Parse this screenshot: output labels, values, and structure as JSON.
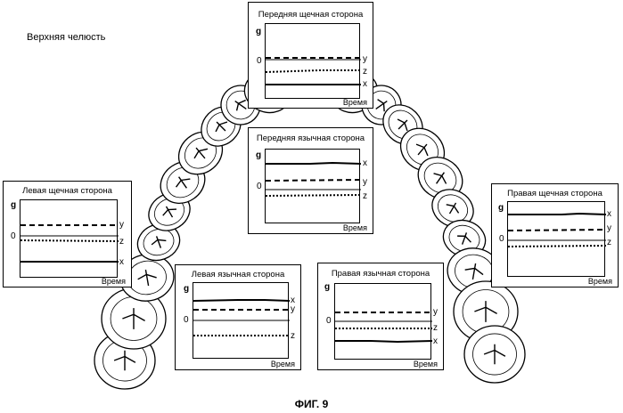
{
  "jaw_title": "Верхняя челюсть",
  "figure_caption": "ФИГ. 9",
  "legend": {
    "y_axis": "g",
    "zero": "0",
    "x_axis": "Время"
  },
  "panels": [
    {
      "id": "anterior-buccal",
      "title": "Передняя щечная сторона",
      "series": [
        {
          "name": "y",
          "style": "dashed"
        },
        {
          "name": "z",
          "style": "dotted"
        },
        {
          "name": "x",
          "style": "solid"
        }
      ]
    },
    {
      "id": "anterior-lingual",
      "title": "Передняя язычная сторона",
      "series": [
        {
          "name": "x",
          "style": "solid"
        },
        {
          "name": "y",
          "style": "dashed"
        },
        {
          "name": "z",
          "style": "dotted"
        }
      ]
    },
    {
      "id": "left-buccal",
      "title": "Левая щечная сторона",
      "series": [
        {
          "name": "y",
          "style": "dashed"
        },
        {
          "name": "z",
          "style": "dotted"
        },
        {
          "name": "x",
          "style": "solid"
        }
      ]
    },
    {
      "id": "right-buccal",
      "title": "Правая щечная сторона",
      "series": [
        {
          "name": "x",
          "style": "solid"
        },
        {
          "name": "y",
          "style": "dashed"
        },
        {
          "name": "z",
          "style": "dotted"
        }
      ]
    },
    {
      "id": "left-lingual",
      "title": "Левая язычная сторона",
      "series": [
        {
          "name": "x",
          "style": "solid"
        },
        {
          "name": "y",
          "style": "dashed"
        },
        {
          "name": "z",
          "style": "dotted"
        }
      ]
    },
    {
      "id": "right-lingual",
      "title": "Правая язычная сторона",
      "series": [
        {
          "name": "y",
          "style": "dashed"
        },
        {
          "name": "z",
          "style": "dotted"
        },
        {
          "name": "x",
          "style": "solid"
        }
      ]
    }
  ]
}
